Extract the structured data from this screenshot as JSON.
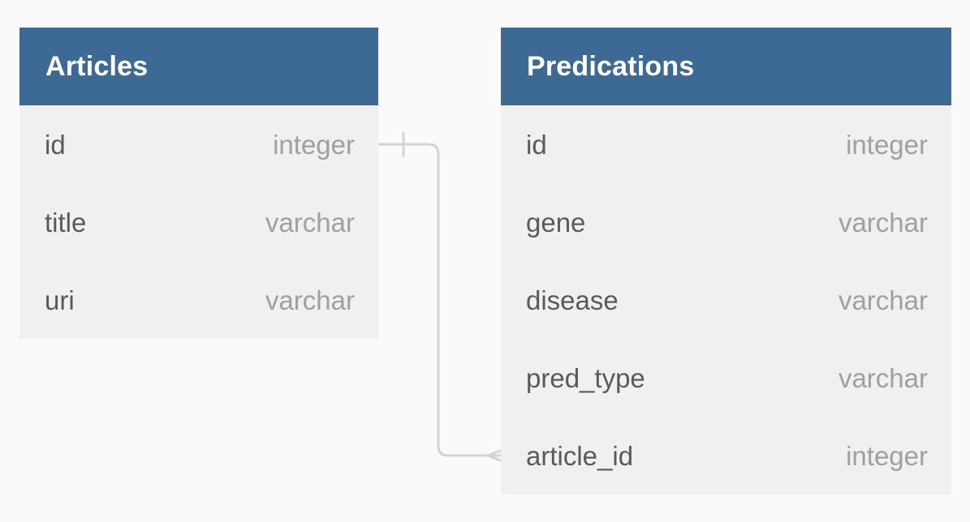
{
  "diagram": {
    "type": "entity-relationship-diagram",
    "background_color": "#fafafa",
    "header_color": "#3d6a94",
    "row_background_color": "#f0f0f0",
    "field_text_color": "#5a5a5a",
    "type_text_color": "#a0a0a0",
    "connector_color": "#d4d4d4"
  },
  "tables": [
    {
      "id": "articles",
      "title": "Articles",
      "columns": [
        {
          "name": "id",
          "type": "integer"
        },
        {
          "name": "title",
          "type": "varchar"
        },
        {
          "name": "uri",
          "type": "varchar"
        }
      ]
    },
    {
      "id": "predications",
      "title": "Predications",
      "columns": [
        {
          "name": "id",
          "type": "integer"
        },
        {
          "name": "gene",
          "type": "varchar"
        },
        {
          "name": "disease",
          "type": "varchar"
        },
        {
          "name": "pred_type",
          "type": "varchar"
        },
        {
          "name": "article_id",
          "type": "integer"
        }
      ]
    }
  ],
  "relationships": [
    {
      "id": "articles-id-to-predications-article-id",
      "from_table": "Articles",
      "from_column": "id",
      "from_cardinality": "one",
      "to_table": "Predications",
      "to_column": "article_id",
      "to_cardinality": "many"
    }
  ]
}
